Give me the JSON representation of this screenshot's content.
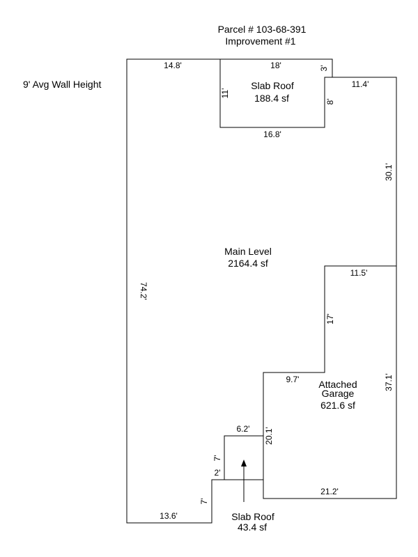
{
  "header": {
    "parcel": "Parcel # 103-68-391",
    "improvement": "Improvement #1"
  },
  "note": "9' Avg Wall Height",
  "areas": {
    "slab_roof_top": {
      "name": "Slab Roof",
      "area": "188.4 sf"
    },
    "main_level": {
      "name": "Main Level",
      "area": "2164.4 sf"
    },
    "garage": {
      "name_line1": "Attached",
      "name_line2": "Garage",
      "area": "621.6 sf"
    },
    "slab_roof_bottom": {
      "name": "Slab Roof",
      "area": "43.4 sf"
    }
  },
  "dimensions": {
    "top_left": "14.8'",
    "slab_top": "18'",
    "slab_right_step": "3'",
    "slab_left": "11'",
    "slab_right": "8'",
    "slab_bottom": "16.8'",
    "right_top": "11.4'",
    "right_upper": "30.1'",
    "left_side": "74.2'",
    "step_top": "11.5'",
    "step_vertical": "17'",
    "garage_top": "9.7'",
    "right_lower": "37.1'",
    "garage_left": "20.1'",
    "porch_top": "6.2'",
    "porch_left": "7'",
    "small_step": "2'",
    "bottom_step": "7'",
    "bottom_left": "13.6'",
    "garage_bottom": "21.2'"
  },
  "colors": {
    "line": "#000000",
    "background": "#ffffff"
  }
}
